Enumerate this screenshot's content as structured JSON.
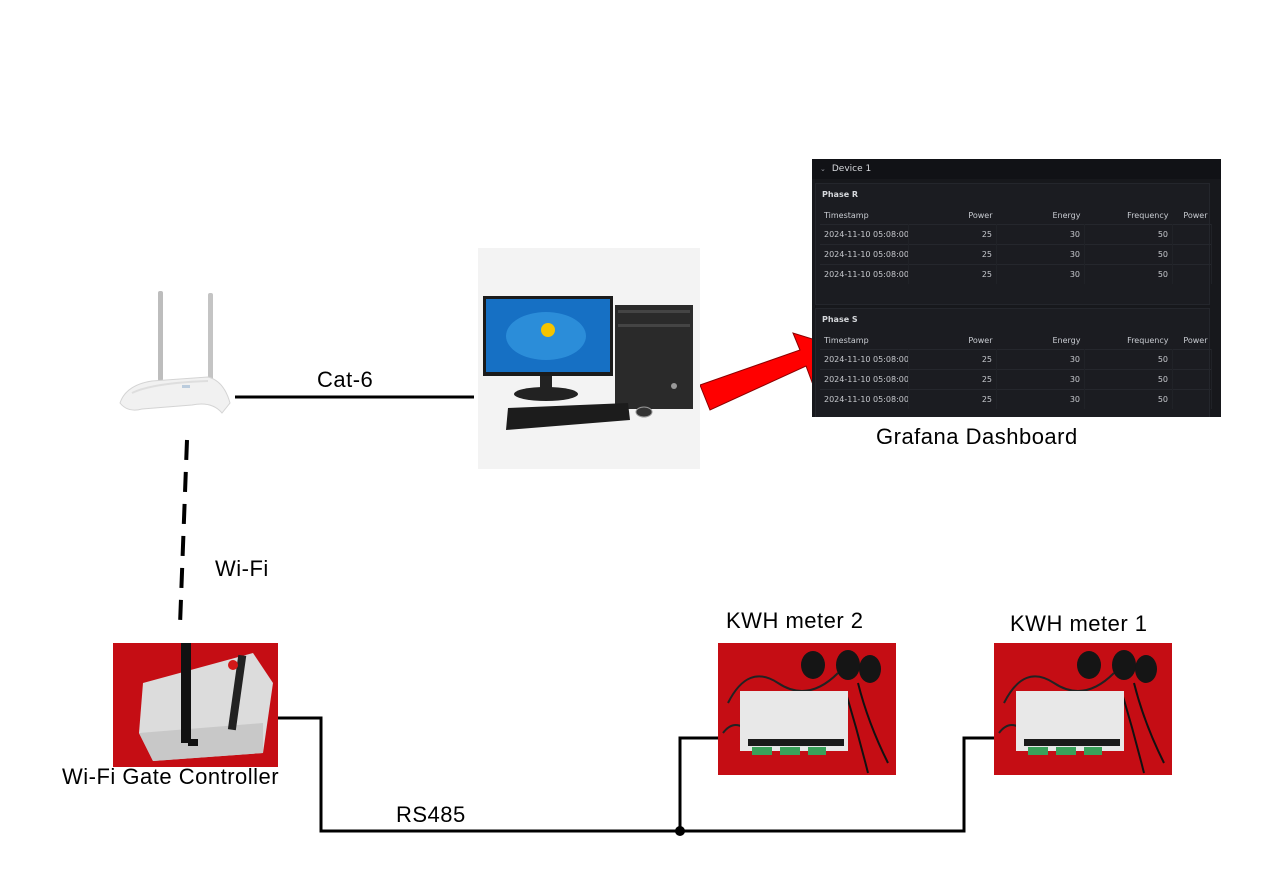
{
  "labels": {
    "cat6": "Cat-6",
    "wifi": "Wi-Fi",
    "gate_controller": "Wi-Fi  Gate  Controller",
    "rs485": "RS485",
    "kwh_meter_2": "KWH meter 2",
    "kwh_meter_1": "KWH meter 1",
    "dashboard_caption": "Grafana  Dashboard"
  },
  "colors": {
    "arrow": "#ff0000",
    "dashboard_bg": "#17181c",
    "device_photo_bg": "#c50d14",
    "wire": "#000000"
  },
  "icons": {
    "router": "wifi-router-icon",
    "computer": "desktop-computer-icon",
    "arrow": "arrow-right-icon"
  },
  "dashboard": {
    "section_title": "Device 1",
    "panels": [
      {
        "title": "Phase R",
        "columns": [
          "Timestamp",
          "Power",
          "Energy",
          "Frequency",
          "Power"
        ],
        "rows": [
          [
            "2024-11-10 05:08:00",
            "25",
            "30",
            "50",
            ""
          ],
          [
            "2024-11-10 05:08:00",
            "25",
            "30",
            "50",
            ""
          ],
          [
            "2024-11-10 05:08:00",
            "25",
            "30",
            "50",
            ""
          ]
        ]
      },
      {
        "title": "Phase S",
        "columns": [
          "Timestamp",
          "Power",
          "Energy",
          "Frequency",
          "Power"
        ],
        "rows": [
          [
            "2024-11-10 05:08:00",
            "25",
            "30",
            "50",
            ""
          ],
          [
            "2024-11-10 05:08:00",
            "25",
            "30",
            "50",
            ""
          ],
          [
            "2024-11-10 05:08:00",
            "25",
            "30",
            "50",
            ""
          ]
        ]
      }
    ]
  }
}
